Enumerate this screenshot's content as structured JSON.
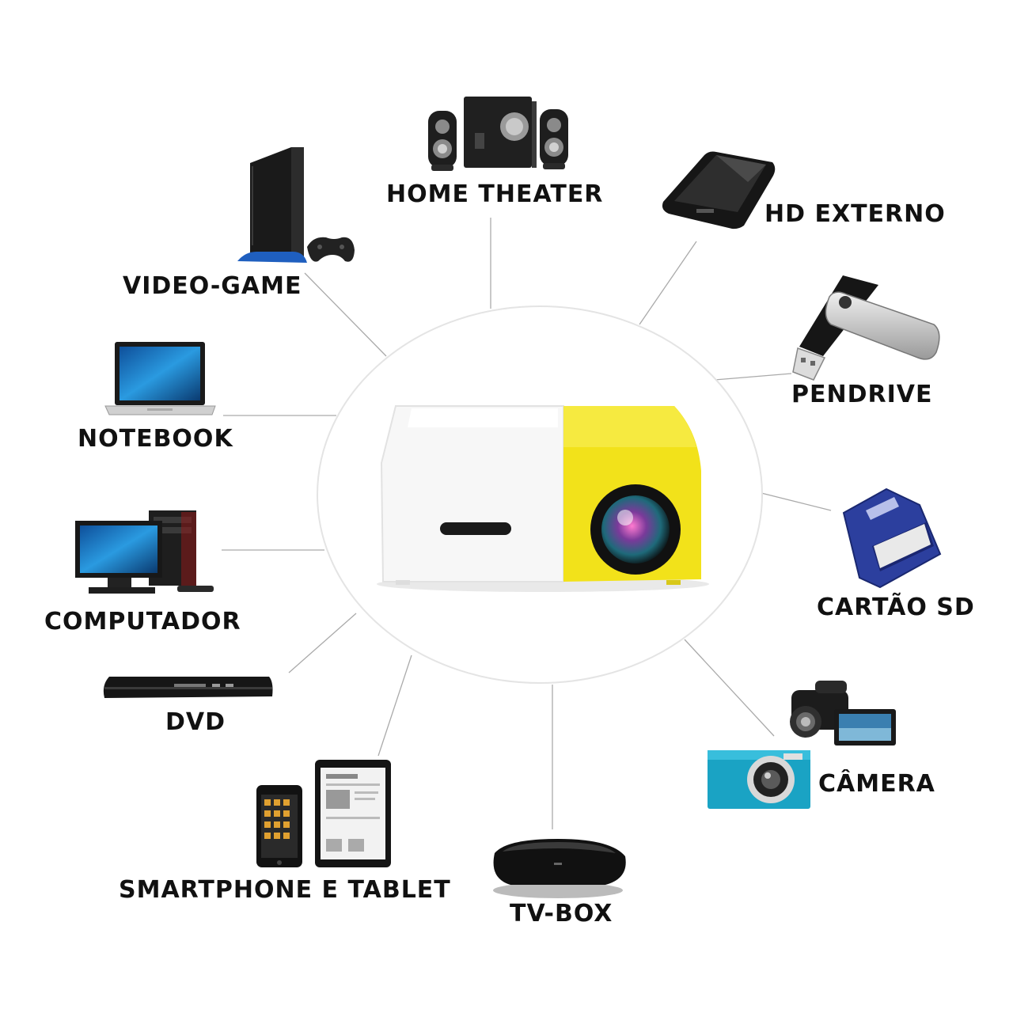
{
  "colors": {
    "projector_yellow": "#f2e21a",
    "projector_white": "#f7f7f7",
    "device_dark": "#1c1c1c",
    "screen_blue": "#1b78c8",
    "card_blue": "#2c3f9e",
    "camera_cyan": "#1aa3c4",
    "line_gray": "#aaaaaa"
  },
  "center": {
    "name": "projector",
    "icon": "mini-projector-icon"
  },
  "devices": [
    {
      "id": "home-theater",
      "label": "HOME THEATER",
      "icon": "speakers-icon"
    },
    {
      "id": "hd-externo",
      "label": "HD EXTERNO",
      "icon": "external-drive-icon"
    },
    {
      "id": "pendrive",
      "label": "PENDRIVE",
      "icon": "usb-drive-icon"
    },
    {
      "id": "cartao-sd",
      "label": "CARTÃO SD",
      "icon": "sd-card-icon"
    },
    {
      "id": "camera",
      "label": "CÂMERA",
      "icon": "camera-icon"
    },
    {
      "id": "tv-box",
      "label": "TV-BOX",
      "icon": "tv-box-icon"
    },
    {
      "id": "smartphone-tablet",
      "label": "SMARTPHONE E TABLET",
      "icon": "smartphone-tablet-icon"
    },
    {
      "id": "dvd",
      "label": "DVD",
      "icon": "dvd-player-icon"
    },
    {
      "id": "computador",
      "label": "COMPUTADOR",
      "icon": "desktop-computer-icon"
    },
    {
      "id": "notebook",
      "label": "NOTEBOOK",
      "icon": "laptop-icon"
    },
    {
      "id": "video-game",
      "label": "VIDEO-GAME",
      "icon": "game-console-icon"
    }
  ]
}
